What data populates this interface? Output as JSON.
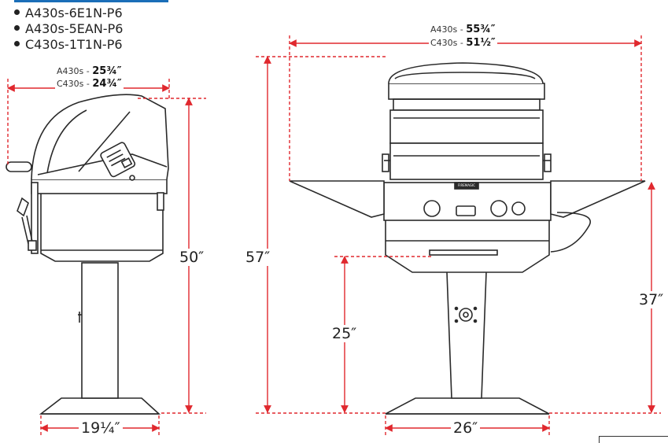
{
  "models": [
    "A430s-6E1N-P6",
    "A430s-5EAN-P6",
    "C430s-1T1N-P6"
  ],
  "dimensions": {
    "side_width_a": {
      "prefix": "A430s - ",
      "value": "25¾″"
    },
    "side_width_c": {
      "prefix": "C430s - ",
      "value": "24¾″"
    },
    "front_width_a": {
      "prefix": "A430s - ",
      "value": "55¾″"
    },
    "front_width_c": {
      "prefix": "C430s - ",
      "value": "51½″"
    },
    "side_height": "50″",
    "overall_height": "57″",
    "pedestal_height": "25″",
    "shelf_height": "37″",
    "side_base": "19¼″",
    "front_base": "26″"
  },
  "colors": {
    "dimension": "#e0282e",
    "accent": "#1b6eb8",
    "line": "#2a2a2a"
  },
  "grill_labels": {
    "brand_plate": "FIREMAGIC"
  }
}
